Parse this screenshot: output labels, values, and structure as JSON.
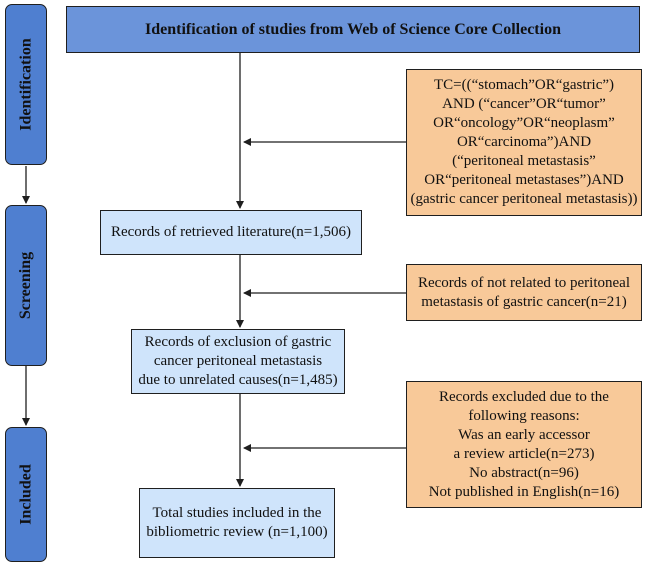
{
  "stages": {
    "identification": "Identification",
    "screening": "Screening",
    "included": "Included"
  },
  "header": "Identification of studies from Web of Science Core Collection",
  "search_query": "TC=((“stomach”OR“gastric”)\nAND (“cancer”OR“tumor”\nOR“oncology”OR“neoplasm”\nOR“carcinoma”)AND\n(“peritoneal metastasis”\nOR“peritoneal metastases”)AND\n(gastric cancer peritoneal metastasis))",
  "records_retrieved": "Records of retrieved literature(n=1,506)",
  "excluded_unrelated": "Records of not related to peritoneal\nmetastasis of gastric cancer(n=21)",
  "records_after_exclusion": "Records of exclusion of gastric\ncancer peritoneal metastasis\ndue to unrelated causes(n=1,485)",
  "excluded_reasons": "Records excluded due to the\nfollowing reasons:\nWas an early accessor\na review article(n=273)\nNo abstract(n=96)\nNot published in English(n=16)",
  "included_total": "Total studies included in the\nbibliometric review (n=1,100)",
  "colors": {
    "stage_fill": "#4f7fd0",
    "header_fill": "#6b94da",
    "record_fill": "#cfe4fb",
    "exclusion_fill": "#f8c999"
  }
}
